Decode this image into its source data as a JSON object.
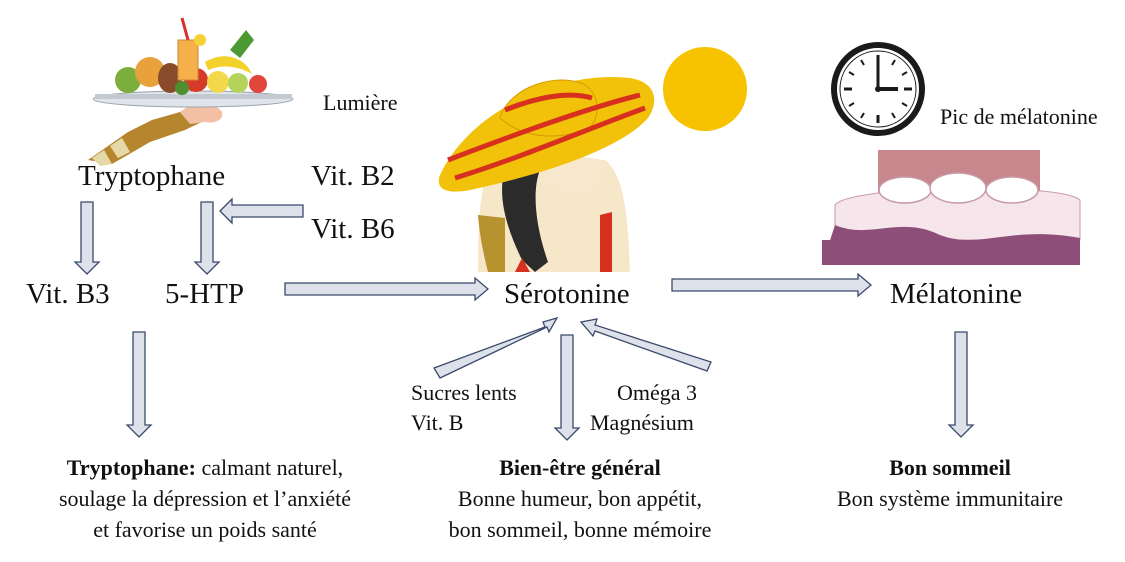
{
  "labels": {
    "tryptophane": "Tryptophane",
    "vit_b2": "Vit. B2",
    "vit_b6": "Vit. B6",
    "vit_b3": "Vit. B3",
    "htp": "5-HTP",
    "lumiere": "Lumière",
    "serotonine": "Sérotonine",
    "melatonine": "Mélatonine",
    "pic_melatonine": "Pic de mélatonine",
    "sucres_lents": "Sucres lents",
    "vit_b": "Vit. B",
    "omega3": "Oméga 3",
    "magnesium": "Magnésium"
  },
  "captions": {
    "left_title": "Tryptophane:",
    "left_line1": " calmant naturel,",
    "left_line2": "soulage la dépression et l’anxiété",
    "left_line3": "et favorise un poids santé",
    "mid_title": "Bien-être général",
    "mid_line1": "Bonne humeur, bon appétit,",
    "mid_line2": "bon sommeil, bonne mémoire",
    "right_title": "Bon sommeil",
    "right_line1": "Bon système immunitaire"
  },
  "icons": [
    "fruit-tray-icon",
    "sun-icon",
    "woman-sun-hat-icon",
    "clock-icon",
    "bed-icon"
  ],
  "colors": {
    "arrow_fill": "#dde1ea",
    "arrow_stroke": "#3a4a6b",
    "sun": "#f7c200",
    "hat_yellow": "#f2c20a",
    "hat_red": "#d8301e",
    "bed_purple": "#8e4e7a",
    "bed_pink": "#f6e6ec",
    "headboard": "#c8868d"
  }
}
